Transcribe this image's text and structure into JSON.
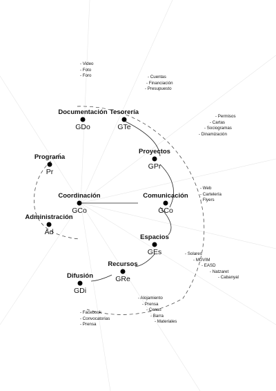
{
  "nodes": [
    {
      "key": "documentacion",
      "title": "Documentación",
      "code": "GDo"
    },
    {
      "key": "tesoreria",
      "title": "Tesorería",
      "code": "GTe"
    },
    {
      "key": "proyectos",
      "title": "Proyectos",
      "code": "GPr"
    },
    {
      "key": "programa",
      "title": "Programa",
      "code": "Pr"
    },
    {
      "key": "coordinacion",
      "title": "Coordinación",
      "code": "GCo"
    },
    {
      "key": "comunicacion",
      "title": "Comunicación",
      "code": "GCo"
    },
    {
      "key": "administracion",
      "title": "Administración",
      "code": "Ad"
    },
    {
      "key": "espacios",
      "title": "Espacios",
      "code": "GEs"
    },
    {
      "key": "recursos",
      "title": "Recursos",
      "code": "GRe"
    },
    {
      "key": "difusion",
      "title": "Difusión",
      "code": "GDi"
    }
  ],
  "lists": {
    "documentacion": [
      "- Video",
      "- Foto",
      "- Foro"
    ],
    "tesoreria": [
      "- Cuentas",
      "- Financiación",
      "- Presupuesto"
    ],
    "proyectos": [
      "- Permisos",
      "- Cartas",
      "- Sociogramas",
      "- Dinamización"
    ],
    "comunicacion": [
      "- Web",
      "- Cartelería",
      "- Flyers"
    ],
    "espacios": [
      "- Solares",
      "- MUVIM",
      "- EASD",
      "- Natzaret",
      "- Cabanyal"
    ],
    "recursos": [
      "- Alojamiento",
      "- Prensa",
      "- Cenas",
      "- Barra",
      "- Materiales"
    ],
    "difusion": [
      "- Facebook",
      "- Convocatorias",
      "- Prensa"
    ]
  }
}
